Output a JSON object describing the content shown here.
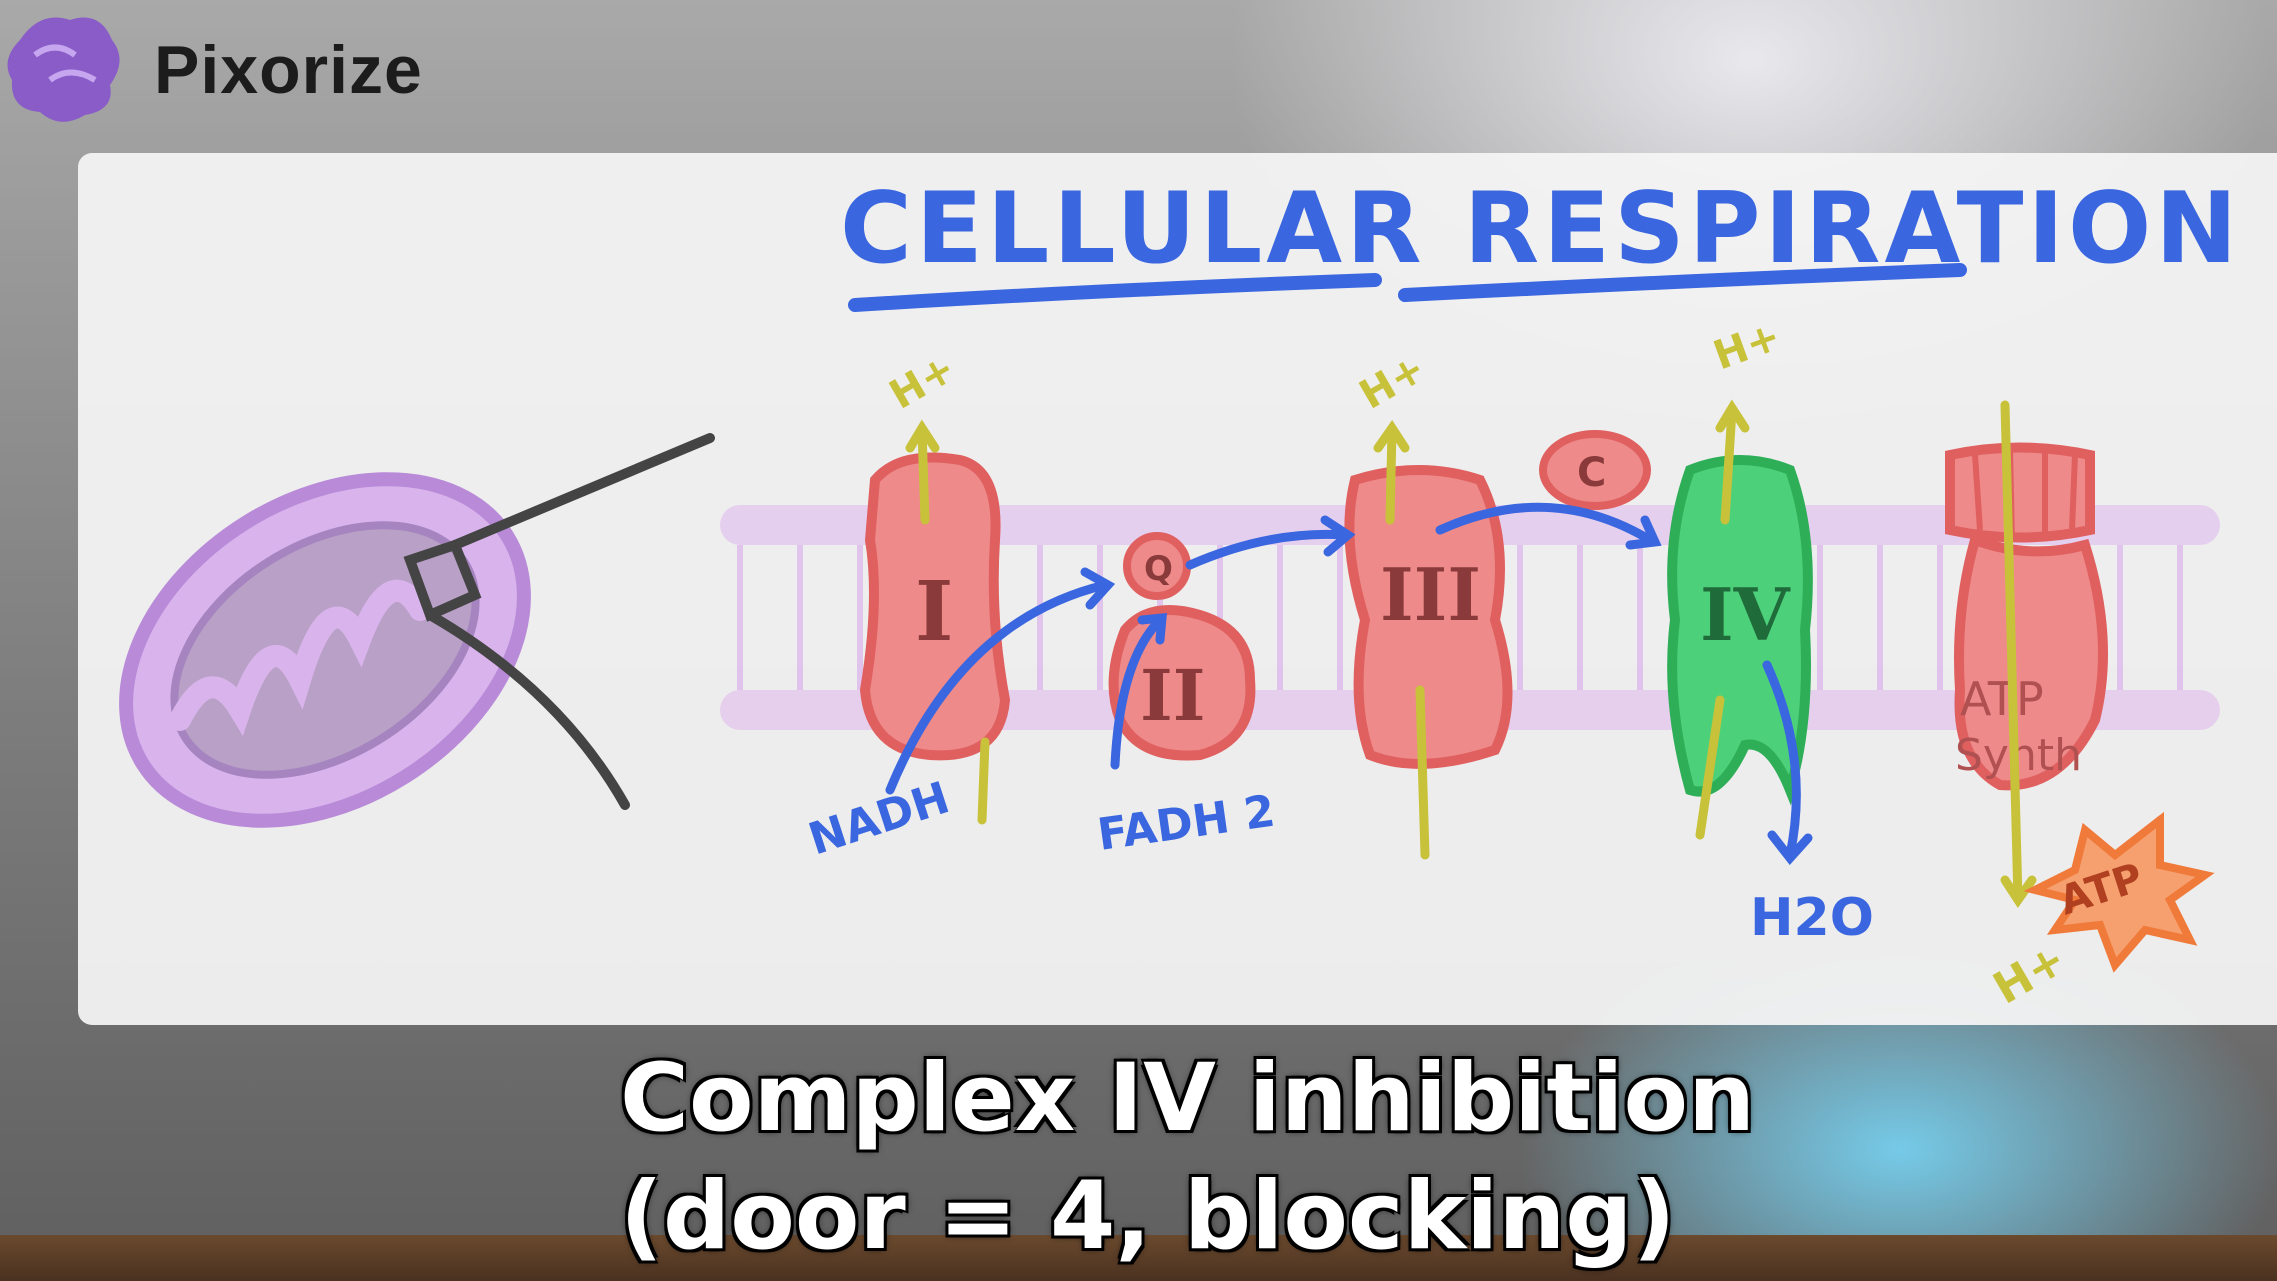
{
  "brand": {
    "name": "Pixorize"
  },
  "diagram": {
    "title": "CELLULAR RESPIRATION",
    "complexes": {
      "I": "I",
      "II": "II",
      "III": "III",
      "IV": "IV",
      "q": "Q",
      "c": "C",
      "atp_synthase": [
        "ATP",
        "Synth"
      ]
    },
    "labels": {
      "h_plus": "H+",
      "nadh": "NADH",
      "fadh2": "FADH 2",
      "h2o": "H2O",
      "atp": "ATP"
    },
    "colors": {
      "title_blue": "#3a66e0",
      "complex_red": "#e87a7a",
      "complex_iv_green": "#3ec46a",
      "membrane_purple": "#d8a8e8",
      "proton_yellow": "#c8c23a",
      "atp_orange": "#f08040"
    }
  },
  "caption": {
    "line1": "Complex IV inhibition",
    "line2": "(door = 4, blocking)"
  }
}
